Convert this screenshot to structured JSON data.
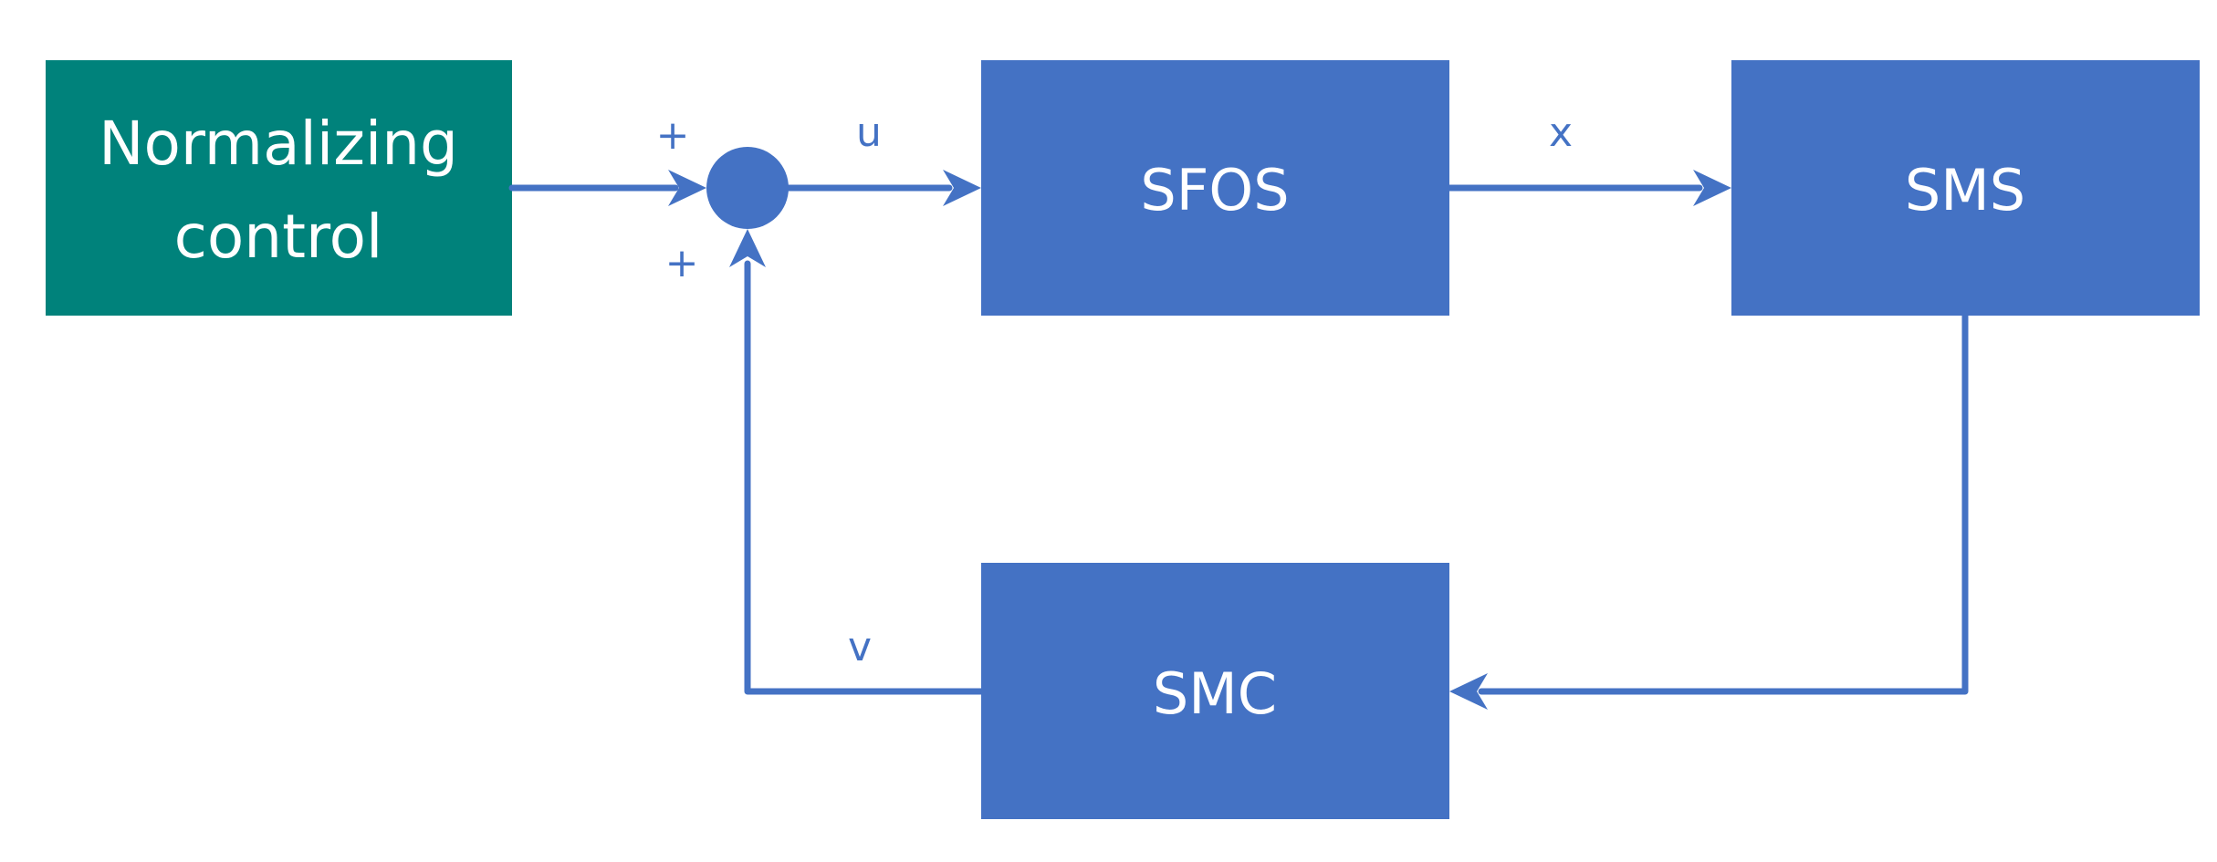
{
  "colors": {
    "block": "#4472c4",
    "normalizing_block": "#00827b",
    "connector": "#4472c4",
    "text_on_block": "#ffffff"
  },
  "blocks": {
    "normalizing": {
      "line1": "Normalizing",
      "line2": "control"
    },
    "sfos": {
      "label": "SFOS"
    },
    "sms": {
      "label": "SMS"
    },
    "smc": {
      "label": "SMC"
    }
  },
  "summing_junction": {
    "sign_top": "+",
    "sign_bottom": "+"
  },
  "signals": {
    "u": "u",
    "x": "x",
    "v": "v"
  }
}
